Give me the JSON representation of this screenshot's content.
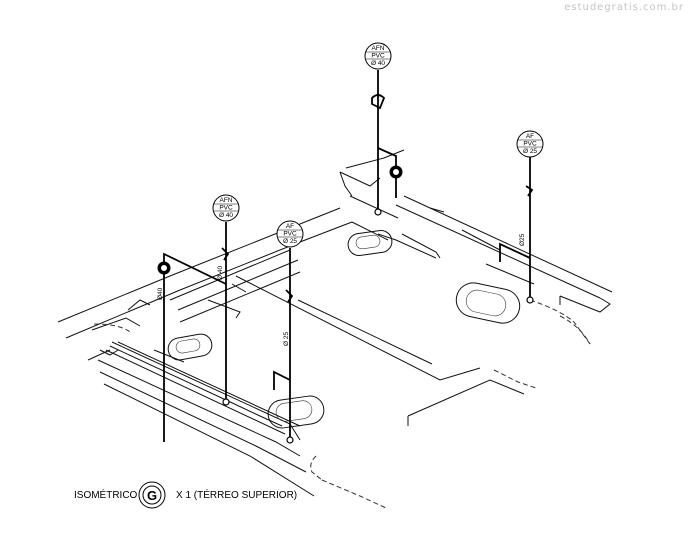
{
  "watermark": "estudegratis.com.br",
  "tags": [
    {
      "id": "tag-afn-top",
      "lines": [
        "AFN",
        "PVC",
        "Ø 40"
      ]
    },
    {
      "id": "tag-af-right",
      "lines": [
        "AF",
        "PVC",
        "Ø 25"
      ]
    },
    {
      "id": "tag-afn-left",
      "lines": [
        "AFN",
        "PVC",
        "Ø 40"
      ]
    },
    {
      "id": "tag-af-center",
      "lines": [
        "AF",
        "PVC",
        "Ø 25"
      ]
    }
  ],
  "dimensions": {
    "left_vertical": "Ø40",
    "left_riser": "Ø 40",
    "center_riser": "Ø 25",
    "right_riser": "Ø25"
  },
  "caption": {
    "left": "ISOMÉTRICO",
    "symbol": "G",
    "right": "X 1 (TÉRREO SUPERIOR)"
  }
}
